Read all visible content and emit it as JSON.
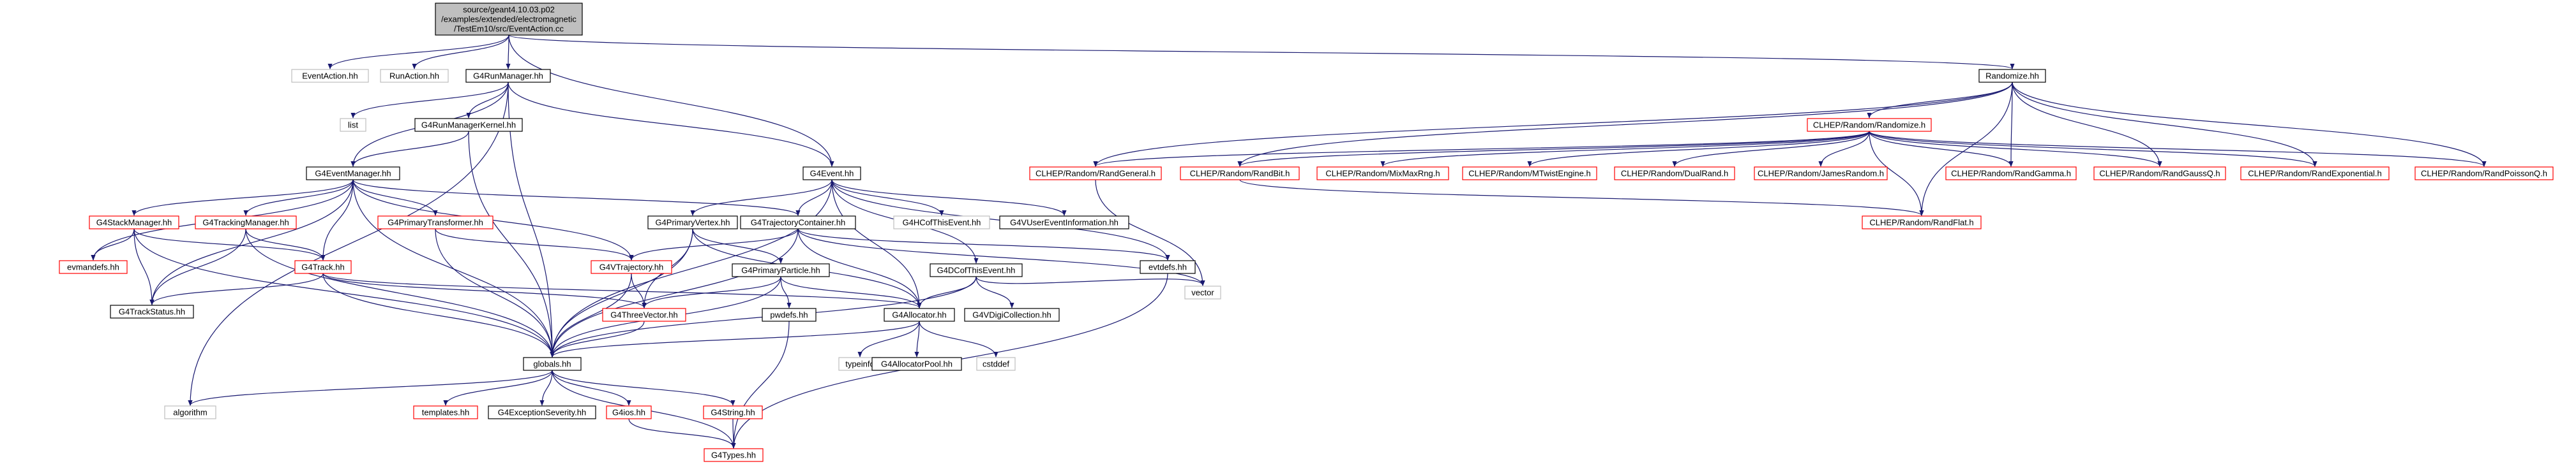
{
  "colors": {
    "edge": "#191970",
    "root_fill": "#bfbfbf",
    "root_border": "#000000",
    "documented_border": "#000000",
    "undocumented_border": "#bfbfbf",
    "truncated_border": "#ff0000",
    "node_fill": "#ffffff"
  },
  "nodes": [
    {
      "id": "root",
      "lines": [
        "source/geant4.10.03.p02",
        "/examples/extended/electromagnetic",
        "/TestEm10/src/EventAction.cc"
      ],
      "kind": "root"
    },
    {
      "id": "eventaction_hh",
      "lines": [
        "EventAction.hh"
      ],
      "kind": "undocumented"
    },
    {
      "id": "runaction_hh",
      "lines": [
        "RunAction.hh"
      ],
      "kind": "undocumented"
    },
    {
      "id": "g4runmanager_hh",
      "lines": [
        "G4RunManager.hh"
      ],
      "kind": "documented"
    },
    {
      "id": "g4event_hh",
      "lines": [
        "G4Event.hh"
      ],
      "kind": "documented"
    },
    {
      "id": "randomize_hh",
      "lines": [
        "Randomize.hh"
      ],
      "kind": "documented"
    },
    {
      "id": "list",
      "lines": [
        "list"
      ],
      "kind": "undocumented"
    },
    {
      "id": "g4runmanagerkernel_hh",
      "lines": [
        "G4RunManagerKernel.hh"
      ],
      "kind": "documented"
    },
    {
      "id": "g4eventmanager_hh",
      "lines": [
        "G4EventManager.hh"
      ],
      "kind": "documented"
    },
    {
      "id": "clhep_randomize_h",
      "lines": [
        "CLHEP/Random/Randomize.h"
      ],
      "kind": "truncated"
    },
    {
      "id": "clhep_randgeneral_h",
      "lines": [
        "CLHEP/Random/RandGeneral.h"
      ],
      "kind": "truncated"
    },
    {
      "id": "clhep_randbit_h",
      "lines": [
        "CLHEP/Random/RandBit.h"
      ],
      "kind": "truncated"
    },
    {
      "id": "clhep_mixmaxrng_h",
      "lines": [
        "CLHEP/Random/MixMaxRng.h"
      ],
      "kind": "truncated"
    },
    {
      "id": "clhep_mtwistengine_h",
      "lines": [
        "CLHEP/Random/MTwistEngine.h"
      ],
      "kind": "truncated"
    },
    {
      "id": "clhep_dualrand_h",
      "lines": [
        "CLHEP/Random/DualRand.h"
      ],
      "kind": "truncated"
    },
    {
      "id": "clhep_jamesrandom_h",
      "lines": [
        "CLHEP/Random/JamesRandom.h"
      ],
      "kind": "truncated"
    },
    {
      "id": "clhep_randgamma_h",
      "lines": [
        "CLHEP/Random/RandGamma.h"
      ],
      "kind": "truncated"
    },
    {
      "id": "clhep_randgaussq_h",
      "lines": [
        "CLHEP/Random/RandGaussQ.h"
      ],
      "kind": "truncated"
    },
    {
      "id": "clhep_randexponential_h",
      "lines": [
        "CLHEP/Random/RandExponential.h"
      ],
      "kind": "truncated"
    },
    {
      "id": "clhep_randpoissonq_h",
      "lines": [
        "CLHEP/Random/RandPoissonQ.h"
      ],
      "kind": "truncated"
    },
    {
      "id": "clhep_randflat_h",
      "lines": [
        "CLHEP/Random/RandFlat.h"
      ],
      "kind": "truncated"
    },
    {
      "id": "g4stackmanager_hh",
      "lines": [
        "G4StackManager.hh"
      ],
      "kind": "truncated"
    },
    {
      "id": "g4trackingmanager_hh",
      "lines": [
        "G4TrackingManager.hh"
      ],
      "kind": "truncated"
    },
    {
      "id": "g4primarytransformer_hh",
      "lines": [
        "G4PrimaryTransformer.hh"
      ],
      "kind": "truncated"
    },
    {
      "id": "g4primaryvertex_hh",
      "lines": [
        "G4PrimaryVertex.hh"
      ],
      "kind": "documented"
    },
    {
      "id": "g4trajectorycontainer_hh",
      "lines": [
        "G4TrajectoryContainer.hh"
      ],
      "kind": "documented"
    },
    {
      "id": "g4hcofthisevent_hh",
      "lines": [
        "G4HCofThisEvent.hh"
      ],
      "kind": "undocumented"
    },
    {
      "id": "g4vusereventinformation_hh",
      "lines": [
        "G4VUserEventInformation.hh"
      ],
      "kind": "documented"
    },
    {
      "id": "evmandefs_hh",
      "lines": [
        "evmandefs.hh"
      ],
      "kind": "truncated"
    },
    {
      "id": "g4track_hh",
      "lines": [
        "G4Track.hh"
      ],
      "kind": "truncated"
    },
    {
      "id": "g4vtrajectory_hh",
      "lines": [
        "G4VTrajectory.hh"
      ],
      "kind": "truncated"
    },
    {
      "id": "g4primaryparticle_hh",
      "lines": [
        "G4PrimaryParticle.hh"
      ],
      "kind": "documented"
    },
    {
      "id": "g4dcofthisevent_hh",
      "lines": [
        "G4DCofThisEvent.hh"
      ],
      "kind": "documented"
    },
    {
      "id": "evtdefs_hh",
      "lines": [
        "evtdefs.hh"
      ],
      "kind": "documented"
    },
    {
      "id": "g4trackstatus_hh",
      "lines": [
        "G4TrackStatus.hh"
      ],
      "kind": "documented"
    },
    {
      "id": "g4threevector_hh",
      "lines": [
        "G4ThreeVector.hh"
      ],
      "kind": "truncated"
    },
    {
      "id": "pwdefs_hh",
      "lines": [
        "pwdefs.hh"
      ],
      "kind": "documented"
    },
    {
      "id": "g4allocator_hh",
      "lines": [
        "G4Allocator.hh"
      ],
      "kind": "documented"
    },
    {
      "id": "g4vdigicollection_hh",
      "lines": [
        "G4VDigiCollection.hh"
      ],
      "kind": "documented"
    },
    {
      "id": "vector",
      "lines": [
        "vector"
      ],
      "kind": "undocumented"
    },
    {
      "id": "globals_hh",
      "lines": [
        "globals.hh"
      ],
      "kind": "documented"
    },
    {
      "id": "typeinfo",
      "lines": [
        "typeinfo"
      ],
      "kind": "undocumented"
    },
    {
      "id": "g4allocatorpool_hh",
      "lines": [
        "G4AllocatorPool.hh"
      ],
      "kind": "documented"
    },
    {
      "id": "cstddef",
      "lines": [
        "cstddef"
      ],
      "kind": "undocumented"
    },
    {
      "id": "algorithm",
      "lines": [
        "algorithm"
      ],
      "kind": "undocumented"
    },
    {
      "id": "templates_hh",
      "lines": [
        "templates.hh"
      ],
      "kind": "truncated"
    },
    {
      "id": "g4exceptionseverity_hh",
      "lines": [
        "G4ExceptionSeverity.hh"
      ],
      "kind": "documented"
    },
    {
      "id": "g4ios_hh",
      "lines": [
        "G4ios.hh"
      ],
      "kind": "truncated"
    },
    {
      "id": "g4string_hh",
      "lines": [
        "G4String.hh"
      ],
      "kind": "truncated"
    },
    {
      "id": "g4types_hh",
      "lines": [
        "G4Types.hh"
      ],
      "kind": "truncated"
    }
  ],
  "edges": [
    [
      "root",
      "eventaction_hh"
    ],
    [
      "root",
      "runaction_hh"
    ],
    [
      "root",
      "g4runmanager_hh"
    ],
    [
      "root",
      "g4event_hh"
    ],
    [
      "root",
      "randomize_hh"
    ],
    [
      "g4runmanager_hh",
      "list"
    ],
    [
      "g4runmanager_hh",
      "g4runmanagerkernel_hh"
    ],
    [
      "g4runmanager_hh",
      "g4eventmanager_hh"
    ],
    [
      "g4runmanager_hh",
      "g4event_hh"
    ],
    [
      "g4runmanager_hh",
      "globals_hh"
    ],
    [
      "g4runmanager_hh",
      "algorithm"
    ],
    [
      "g4runmanagerkernel_hh",
      "g4eventmanager_hh"
    ],
    [
      "g4runmanagerkernel_hh",
      "globals_hh"
    ],
    [
      "g4eventmanager_hh",
      "evmandefs_hh"
    ],
    [
      "g4eventmanager_hh",
      "g4stackmanager_hh"
    ],
    [
      "g4eventmanager_hh",
      "g4trackingmanager_hh"
    ],
    [
      "g4eventmanager_hh",
      "g4primarytransformer_hh"
    ],
    [
      "g4eventmanager_hh",
      "g4track_hh"
    ],
    [
      "g4eventmanager_hh",
      "g4trackstatus_hh"
    ],
    [
      "g4eventmanager_hh",
      "g4vtrajectory_hh"
    ],
    [
      "g4eventmanager_hh",
      "g4trajectorycontainer_hh"
    ],
    [
      "g4eventmanager_hh",
      "globals_hh"
    ],
    [
      "g4stackmanager_hh",
      "evmandefs_hh"
    ],
    [
      "g4stackmanager_hh",
      "g4track_hh"
    ],
    [
      "g4stackmanager_hh",
      "g4trackstatus_hh"
    ],
    [
      "g4stackmanager_hh",
      "globals_hh"
    ],
    [
      "g4trackingmanager_hh",
      "g4track_hh"
    ],
    [
      "g4trackingmanager_hh",
      "g4trackstatus_hh"
    ],
    [
      "g4trackingmanager_hh",
      "globals_hh"
    ],
    [
      "g4primarytransformer_hh",
      "g4vtrajectory_hh"
    ],
    [
      "g4primarytransformer_hh",
      "globals_hh"
    ],
    [
      "g4track_hh",
      "g4trackstatus_hh"
    ],
    [
      "g4track_hh",
      "g4threevector_hh"
    ],
    [
      "g4track_hh",
      "g4allocator_hh"
    ],
    [
      "g4track_hh",
      "globals_hh"
    ],
    [
      "g4event_hh",
      "g4primaryvertex_hh"
    ],
    [
      "g4event_hh",
      "g4trajectorycontainer_hh"
    ],
    [
      "g4event_hh",
      "g4hcofthisevent_hh"
    ],
    [
      "g4event_hh",
      "g4vusereventinformation_hh"
    ],
    [
      "g4event_hh",
      "g4dcofthisevent_hh"
    ],
    [
      "g4event_hh",
      "evtdefs_hh"
    ],
    [
      "g4event_hh",
      "g4allocator_hh"
    ],
    [
      "g4event_hh",
      "globals_hh"
    ],
    [
      "g4primaryvertex_hh",
      "g4primaryparticle_hh"
    ],
    [
      "g4primaryvertex_hh",
      "g4threevector_hh"
    ],
    [
      "g4primaryvertex_hh",
      "g4allocator_hh"
    ],
    [
      "g4primaryvertex_hh",
      "globals_hh"
    ],
    [
      "g4primaryparticle_hh",
      "g4threevector_hh"
    ],
    [
      "g4primaryparticle_hh",
      "pwdefs_hh"
    ],
    [
      "g4primaryparticle_hh",
      "g4allocator_hh"
    ],
    [
      "g4primaryparticle_hh",
      "globals_hh"
    ],
    [
      "g4trajectorycontainer_hh",
      "g4vtrajectory_hh"
    ],
    [
      "g4trajectorycontainer_hh",
      "vector"
    ],
    [
      "g4trajectorycontainer_hh",
      "g4allocator_hh"
    ],
    [
      "g4trajectorycontainer_hh",
      "globals_hh"
    ],
    [
      "g4trajectorycontainer_hh",
      "evtdefs_hh"
    ],
    [
      "g4vtrajectory_hh",
      "g4threevector_hh"
    ],
    [
      "g4vtrajectory_hh",
      "globals_hh"
    ],
    [
      "g4dcofthisevent_hh",
      "g4vdigicollection_hh"
    ],
    [
      "g4dcofthisevent_hh",
      "vector"
    ],
    [
      "g4dcofthisevent_hh",
      "g4allocator_hh"
    ],
    [
      "g4dcofthisevent_hh",
      "globals_hh"
    ],
    [
      "evtdefs_hh",
      "g4types_hh"
    ],
    [
      "g4threevector_hh",
      "globals_hh"
    ],
    [
      "pwdefs_hh",
      "g4types_hh"
    ],
    [
      "g4allocator_hh",
      "typeinfo"
    ],
    [
      "g4allocator_hh",
      "g4allocatorpool_hh"
    ],
    [
      "g4allocator_hh",
      "cstddef"
    ],
    [
      "g4allocator_hh",
      "globals_hh"
    ],
    [
      "globals_hh",
      "algorithm"
    ],
    [
      "globals_hh",
      "templates_hh"
    ],
    [
      "globals_hh",
      "g4exceptionseverity_hh"
    ],
    [
      "globals_hh",
      "g4ios_hh"
    ],
    [
      "globals_hh",
      "g4string_hh"
    ],
    [
      "globals_hh",
      "g4types_hh"
    ],
    [
      "g4ios_hh",
      "g4types_hh"
    ],
    [
      "g4string_hh",
      "g4types_hh"
    ],
    [
      "randomize_hh",
      "clhep_randomize_h"
    ],
    [
      "randomize_hh",
      "clhep_randbit_h"
    ],
    [
      "randomize_hh",
      "clhep_randgamma_h"
    ],
    [
      "randomize_hh",
      "clhep_randgaussq_h"
    ],
    [
      "randomize_hh",
      "clhep_randexponential_h"
    ],
    [
      "randomize_hh",
      "clhep_randpoissonq_h"
    ],
    [
      "randomize_hh",
      "clhep_randgeneral_h"
    ],
    [
      "randomize_hh",
      "clhep_randflat_h"
    ],
    [
      "clhep_randomize_h",
      "clhep_randgeneral_h"
    ],
    [
      "clhep_randomize_h",
      "clhep_randbit_h"
    ],
    [
      "clhep_randomize_h",
      "clhep_mixmaxrng_h"
    ],
    [
      "clhep_randomize_h",
      "clhep_mtwistengine_h"
    ],
    [
      "clhep_randomize_h",
      "clhep_dualrand_h"
    ],
    [
      "clhep_randomize_h",
      "clhep_jamesrandom_h"
    ],
    [
      "clhep_randomize_h",
      "clhep_randgamma_h"
    ],
    [
      "clhep_randomize_h",
      "clhep_randgaussq_h"
    ],
    [
      "clhep_randomize_h",
      "clhep_randexponential_h"
    ],
    [
      "clhep_randomize_h",
      "clhep_randpoissonq_h"
    ],
    [
      "clhep_randomize_h",
      "clhep_randflat_h"
    ],
    [
      "clhep_randgeneral_h",
      "vector"
    ],
    [
      "clhep_randbit_h",
      "clhep_randflat_h"
    ]
  ]
}
